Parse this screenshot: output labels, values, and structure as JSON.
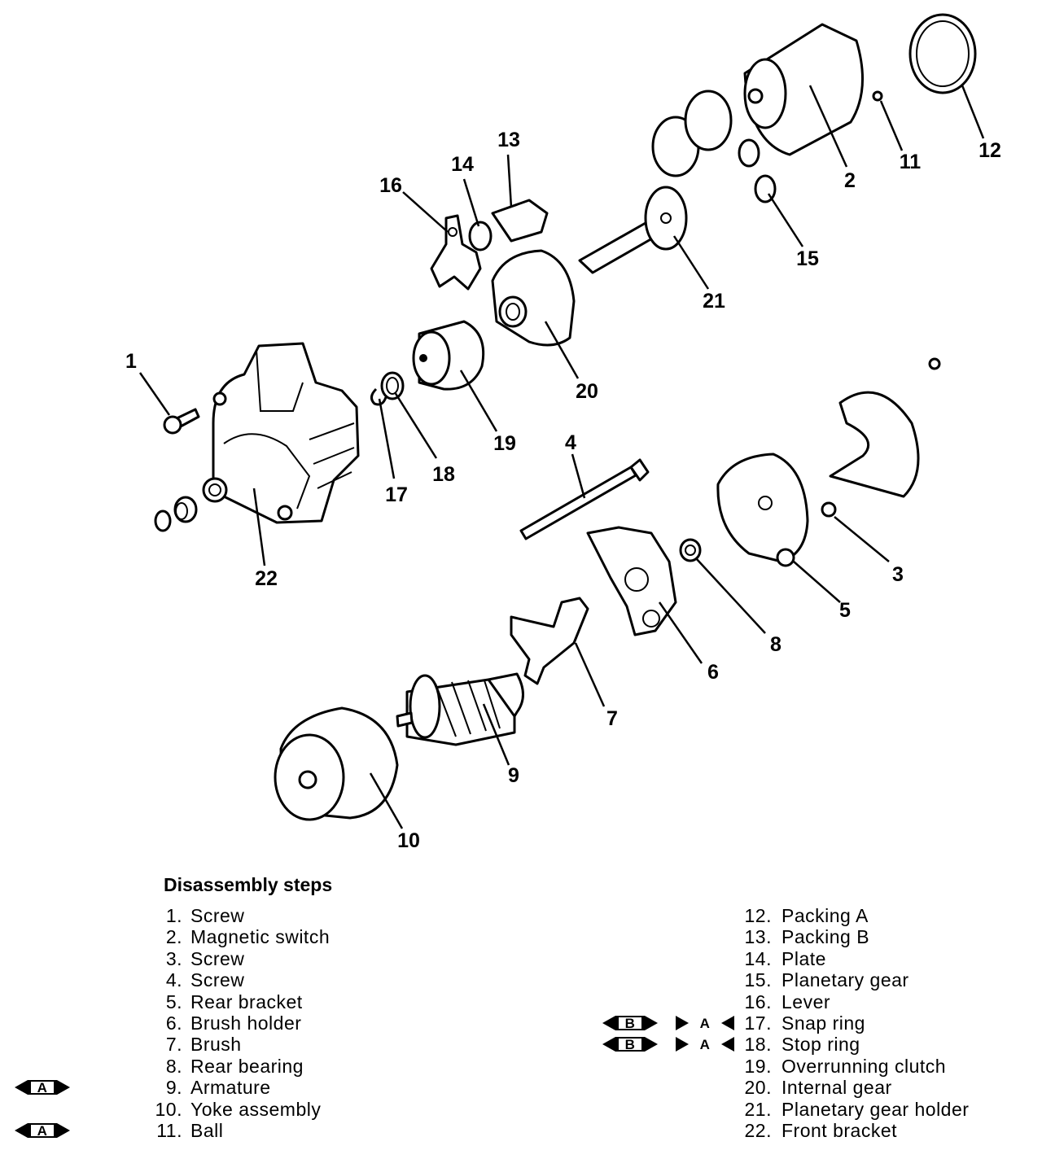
{
  "callouts": [
    "1",
    "2",
    "3",
    "4",
    "5",
    "6",
    "7",
    "8",
    "9",
    "10",
    "11",
    "12",
    "13",
    "14",
    "15",
    "16",
    "17",
    "18",
    "19",
    "20",
    "21",
    "22"
  ],
  "heading": "Disassembly steps",
  "steps_left": [
    {
      "num": "1.",
      "name": "Screw",
      "removal": "",
      "install": ""
    },
    {
      "num": "2.",
      "name": "Magnetic switch",
      "removal": "",
      "install": ""
    },
    {
      "num": "3.",
      "name": "Screw",
      "removal": "",
      "install": ""
    },
    {
      "num": "4.",
      "name": "Screw",
      "removal": "",
      "install": ""
    },
    {
      "num": "5.",
      "name": "Rear bracket",
      "removal": "",
      "install": ""
    },
    {
      "num": "6.",
      "name": "Brush holder",
      "removal": "",
      "install": ""
    },
    {
      "num": "7.",
      "name": "Brush",
      "removal": "",
      "install": ""
    },
    {
      "num": "8.",
      "name": "Rear bearing",
      "removal": "",
      "install": ""
    },
    {
      "num": "9.",
      "name": "Armature",
      "removal": "A",
      "install": ""
    },
    {
      "num": "10.",
      "name": "Yoke assembly",
      "removal": "",
      "install": ""
    },
    {
      "num": "11.",
      "name": "Ball",
      "removal": "A",
      "install": ""
    }
  ],
  "steps_right": [
    {
      "num": "12.",
      "name": "Packing A",
      "removal": "",
      "install": ""
    },
    {
      "num": "13.",
      "name": "Packing B",
      "removal": "",
      "install": ""
    },
    {
      "num": "14.",
      "name": "Plate",
      "removal": "",
      "install": ""
    },
    {
      "num": "15.",
      "name": "Planetary gear",
      "removal": "",
      "install": ""
    },
    {
      "num": "16.",
      "name": "Lever",
      "removal": "",
      "install": ""
    },
    {
      "num": "17.",
      "name": "Snap ring",
      "removal": "B",
      "install": "A"
    },
    {
      "num": "18.",
      "name": "Stop ring",
      "removal": "B",
      "install": "A"
    },
    {
      "num": "19.",
      "name": "Overrunning clutch",
      "removal": "",
      "install": ""
    },
    {
      "num": "20.",
      "name": "Internal gear",
      "removal": "",
      "install": ""
    },
    {
      "num": "21.",
      "name": "Planetary gear holder",
      "removal": "",
      "install": ""
    },
    {
      "num": "22.",
      "name": "Front bracket",
      "removal": "",
      "install": ""
    }
  ]
}
